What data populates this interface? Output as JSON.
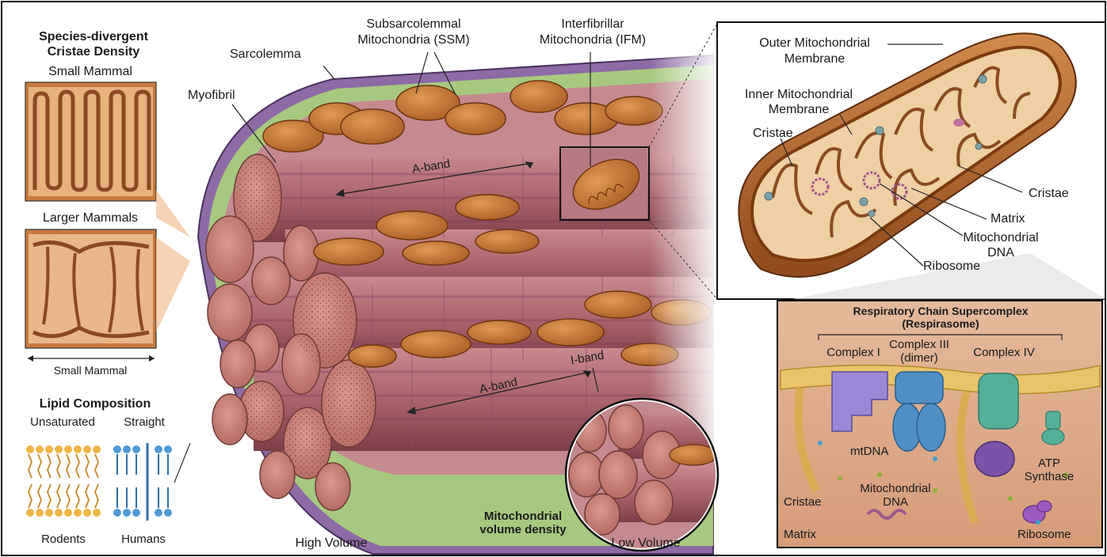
{
  "species_panel": {
    "title_line1": "Species-divergent",
    "title_line2": "Cristae Density",
    "small_mammal_top": "Small Mammal",
    "larger_mammals": "Larger Mammals",
    "small_mammal_bottom": "Small Mammal"
  },
  "lipid_panel": {
    "title": "Lipid Composition",
    "unsaturated": "Unsaturated",
    "straight": "Straight",
    "rodents": "Rodents",
    "humans": "Humans"
  },
  "muscle": {
    "sarcolemma": "Sarcolemma",
    "ssm_line1": "Subsarcolemmal",
    "ssm_line2": "Mitochondria (SSM)",
    "ifm_line1": "Interfibrillar",
    "ifm_line2": "Mitochondria (IFM)",
    "myofibril": "Myofibril",
    "a_band_top": "A-band",
    "a_band_bottom": "A-band",
    "i_band": "I-band",
    "high_volume": "High Volume",
    "low_volume": "Low Volume",
    "density_line1": "Mitochondrial",
    "density_line2": "volume density"
  },
  "mito_inset": {
    "outer_line1": "Outer Mitochondrial",
    "outer_line2": "Membrane",
    "inner_line1": "Inner Mitochondrial",
    "inner_line2": "Membrane",
    "cristae_left": "Cristae",
    "cristae_right": "Cristae",
    "matrix": "Matrix",
    "mtdna_line1": "Mitochondrial",
    "mtdna_line2": "DNA",
    "ribosome": "Ribosome"
  },
  "resp_panel": {
    "title_line1": "Respiratory Chain Supercomplex",
    "title_line2": "(Respirasome)",
    "complex1": "Complex I",
    "complex3_line1": "Complex III",
    "complex3_line2": "(dimer)",
    "complex4": "Complex IV",
    "mtdna": "mtDNA",
    "atp_line1": "ATP",
    "atp_line2": "Synthase",
    "cristae": "Cristae",
    "mito_dna_line1": "Mitochondrial",
    "mito_dna_line2": "DNA",
    "matrix": "Matrix",
    "ribosome": "Ribosome"
  }
}
